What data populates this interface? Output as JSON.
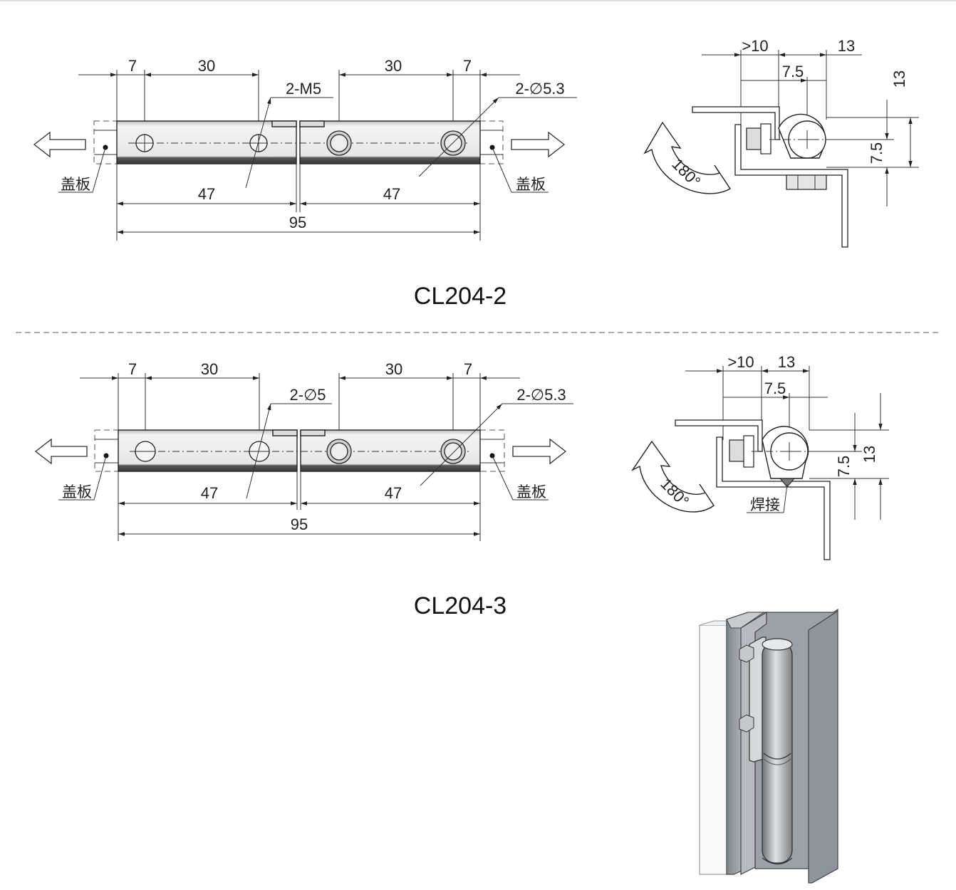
{
  "models": {
    "top": "CL204-2",
    "bottom": "CL204-3"
  },
  "top_front": {
    "dim_left_edge": "7",
    "dim_left_pitch": "30",
    "dim_right_pitch": "30",
    "dim_right_edge": "7",
    "hole_left_note": "2-M5",
    "hole_right_note": "2-∅5.3",
    "half_left": "47",
    "half_right": "47",
    "total": "95",
    "cover_left": "盖板",
    "cover_right": "盖板"
  },
  "top_side": {
    "clearance": ">10",
    "width": "13",
    "offset": "7.5",
    "height": "13",
    "height_half": "7.5",
    "rotation": "180°"
  },
  "bottom_front": {
    "dim_left_edge": "7",
    "dim_left_pitch": "30",
    "dim_right_pitch": "30",
    "dim_right_edge": "7",
    "hole_left_note": "2-∅5",
    "hole_right_note": "2-∅5.3",
    "half_left": "47",
    "half_right": "47",
    "total": "95",
    "cover_left": "盖板",
    "cover_right": "盖板"
  },
  "bottom_side": {
    "clearance": ">10",
    "width": "13",
    "offset": "7.5",
    "height": "13",
    "height_half": "7.5",
    "rotation": "180°",
    "weld": "焊接"
  },
  "colors": {
    "line": "#222222",
    "metal_light": "#eeeeee",
    "metal_dark": "#444444",
    "render_body": "#9aa0a6"
  }
}
